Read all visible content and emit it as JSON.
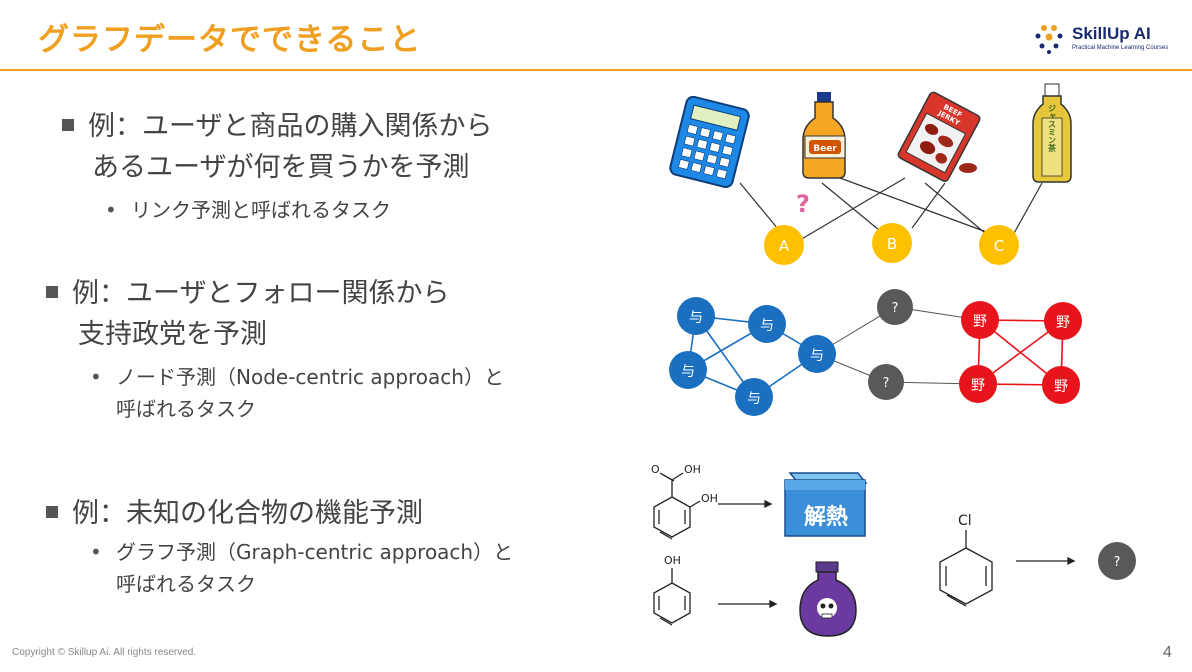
{
  "slide": {
    "title": "グラフデータでできること",
    "logo_name": "SkillUp AI",
    "logo_tagline": "Practical Machine Learning Courses",
    "footer": "Copyright © Skillup Ai. All rights reserved.",
    "page_number": "4"
  },
  "bullets": [
    {
      "line1": "例：ユーザと商品の購入関係から",
      "line2": "あるユーザが何を買うかを予測",
      "sub1": "リンク予測と呼ばれるタスク",
      "sub2": ""
    },
    {
      "line1": "例：ユーザとフォロー関係から",
      "line2": "支持政党を予測",
      "sub1": "ノード予測（Node-centric approach）と",
      "sub2": "呼ばれるタスク"
    },
    {
      "line1": "例：未知の化合物の機能予測",
      "line2": "",
      "sub1": "グラフ予測（Graph-centric approach）と",
      "sub2": "呼ばれるタスク"
    }
  ],
  "link_graph": {
    "products": [
      "calculator",
      "beer",
      "beef jerky",
      "jasmine tea"
    ],
    "beer_label": "Beer",
    "jerky_label_1": "BEEF",
    "jerky_label_2": "JERKY",
    "tea_label": "ジャスミン茶",
    "question": "?",
    "users": [
      "A",
      "B",
      "C"
    ]
  },
  "node_graph": {
    "left_label": "与",
    "right_label": "野",
    "unknown_label": "?",
    "colors": {
      "left": "#1a6fc0",
      "right": "#e8141c",
      "unknown": "#595959"
    }
  },
  "molecules": {
    "salicylic_oh1": "OH",
    "salicylic_oh2": "OH",
    "salicylic_o": "O",
    "phenol_oh": "OH",
    "chloro_cl": "Cl",
    "box_label": "解熱",
    "unknown": "?"
  }
}
